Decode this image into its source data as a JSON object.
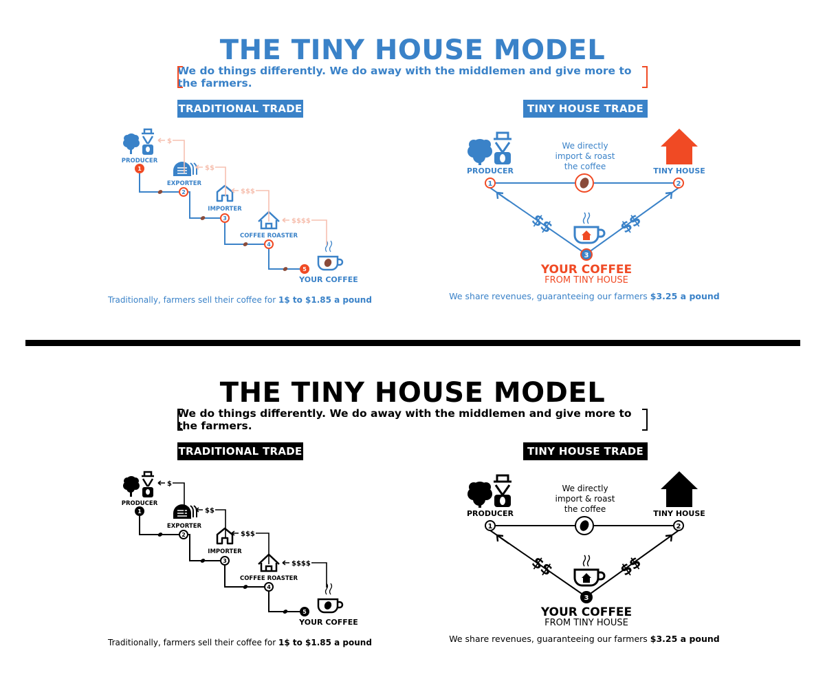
{
  "title": "THE TINY HOUSE MODEL",
  "subtitle": "We do things differently. We do away with the middlemen and give more to the farmers.",
  "traditional": {
    "label": "TRADITIONAL TRADE",
    "nodes": [
      {
        "num": "1",
        "name": "PRODUCER",
        "arrow": "$"
      },
      {
        "num": "2",
        "name": "EXPORTER",
        "arrow": "$$"
      },
      {
        "num": "3",
        "name": "IMPORTER",
        "arrow": "$$$"
      },
      {
        "num": "4",
        "name": "COFFEE ROASTER",
        "arrow": "$$$$"
      },
      {
        "num": "5",
        "name": "YOUR COFFEE"
      }
    ],
    "caption_prefix": "Traditionally, farmers sell their coffee for ",
    "caption_bold": "1$ to $1.85 a pound"
  },
  "tiny": {
    "label": "TINY HOUSE TRADE",
    "producer": "PRODUCER",
    "tiny_house": "TINY HOUSE",
    "note_line1": "We directly",
    "note_line2": "import & roast",
    "note_line3": "the coffee",
    "num1": "1",
    "num2": "2",
    "num3": "3",
    "dollars": "$$",
    "your_coffee": "YOUR COFFEE",
    "from_tiny_house": "FROM TINY HOUSE",
    "caption_prefix": "We share revenues, guaranteeing our farmers ",
    "caption_bold": "$3.25 a pound"
  },
  "colors": {
    "blue": "#3a82c8",
    "orange": "#f04a24",
    "pale": "#f6c0b0",
    "black": "#000000"
  }
}
